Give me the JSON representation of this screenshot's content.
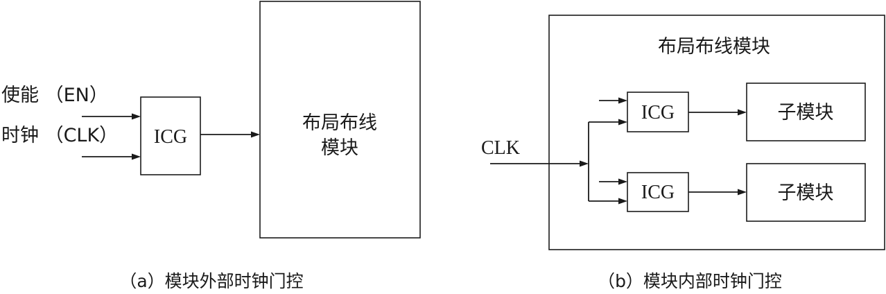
{
  "diagram_a": {
    "input_enable": "使能 （EN）",
    "input_clock": "时钟 （CLK）",
    "gate_label": "ICG",
    "module_line1": "布局布线",
    "module_line2": "模块",
    "caption": "（a）模块外部时钟门控"
  },
  "diagram_b": {
    "module_title": "布局布线模块",
    "clock_input": "CLK",
    "gate_top": "ICG",
    "gate_bottom": "ICG",
    "submodule_top": "子模块",
    "submodule_bottom": "子模块",
    "caption": "（b）模块内部时钟门控"
  }
}
